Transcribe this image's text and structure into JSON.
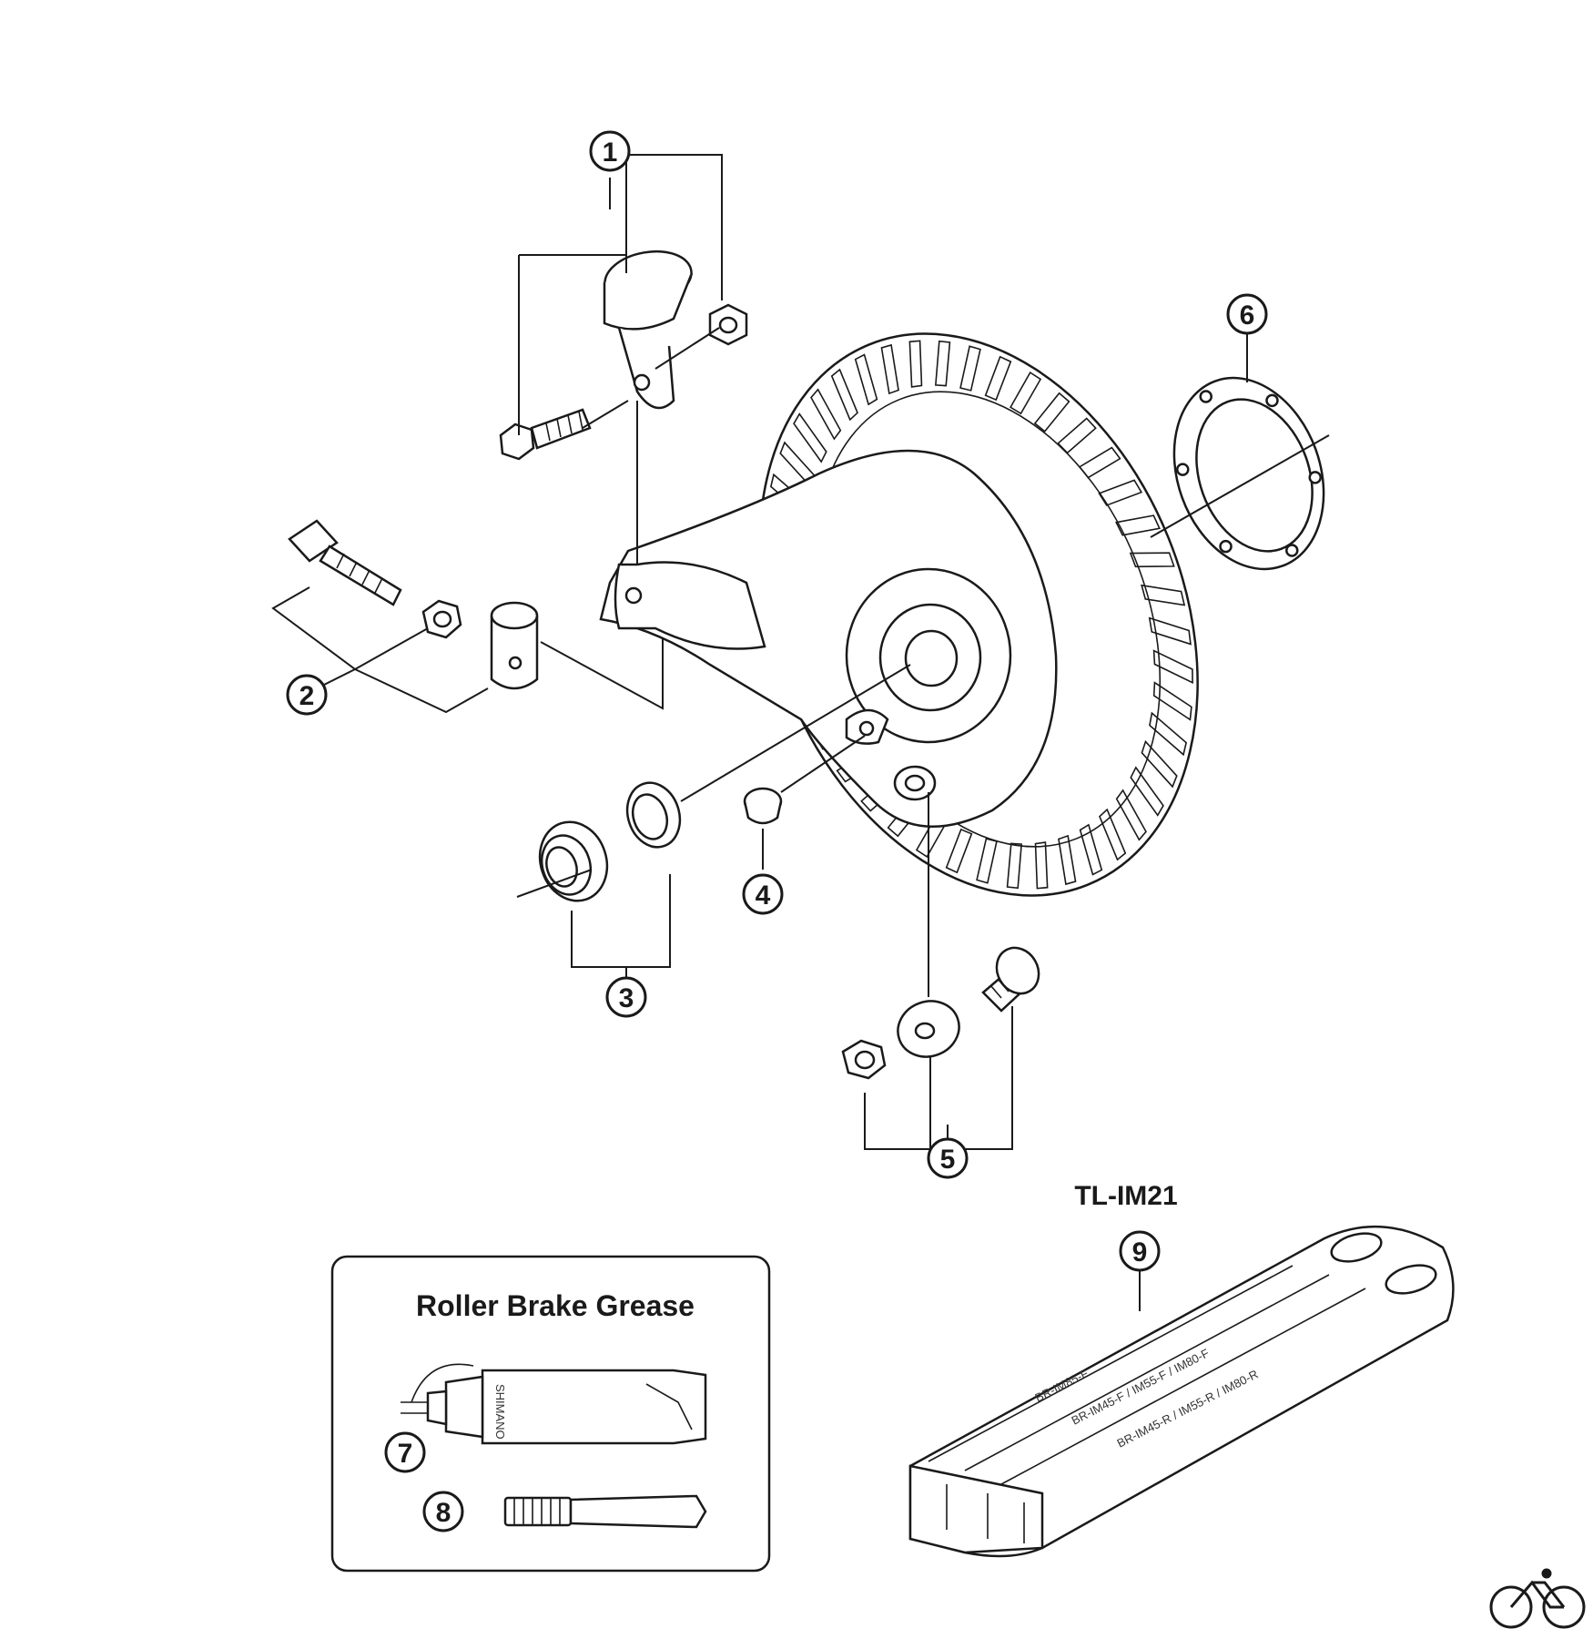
{
  "callouts": [
    "1",
    "2",
    "3",
    "4",
    "5",
    "6",
    "7",
    "8",
    "9"
  ],
  "tool_title": "TL-IM21",
  "grease_box_title": "Roller Brake Grease",
  "tool_labels": [
    "BR-IM85-F",
    "BR-IM45-F / IM55-F / IM80-F",
    "BR-IM45-R / IM55-R / IM80-R"
  ],
  "grease_tube_label": "SHIMANO",
  "logo": "bicycle-logo-icon"
}
